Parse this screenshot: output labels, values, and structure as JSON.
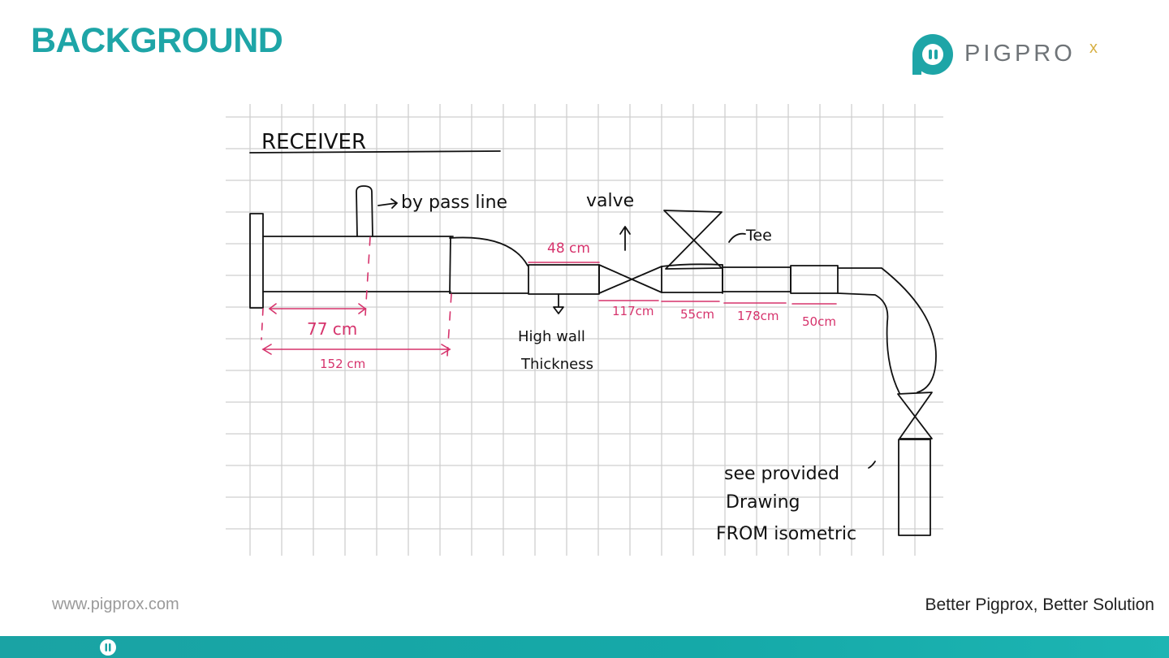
{
  "slide": {
    "title": "BACKGROUND",
    "logo_text": "PIGPRO",
    "logo_x": "x",
    "footer_url": "www.pigprox.com",
    "footer_tagline": "Better Pigprox, Better Solution"
  },
  "drawing": {
    "labels": {
      "receiver": "RECEIVER",
      "bypass": "by pass line",
      "valve": "valve",
      "tee": "Tee",
      "high_wall_1": "High wall",
      "high_wall_2": "Thickness",
      "note_1": "see provided",
      "note_2": "Drawing",
      "note_3": "FROM isometric"
    },
    "dimensions": {
      "d77": "77 cm",
      "d152": "152 cm",
      "d48": "48 cm",
      "d117": "117cm",
      "d55": "55cm",
      "d178": "178cm",
      "d50": "50cm"
    }
  },
  "colors": {
    "accent": "#1ea5a7",
    "dimension_ink": "#d6336c",
    "pen_ink": "#111111",
    "grid": "#cfcfcf"
  }
}
